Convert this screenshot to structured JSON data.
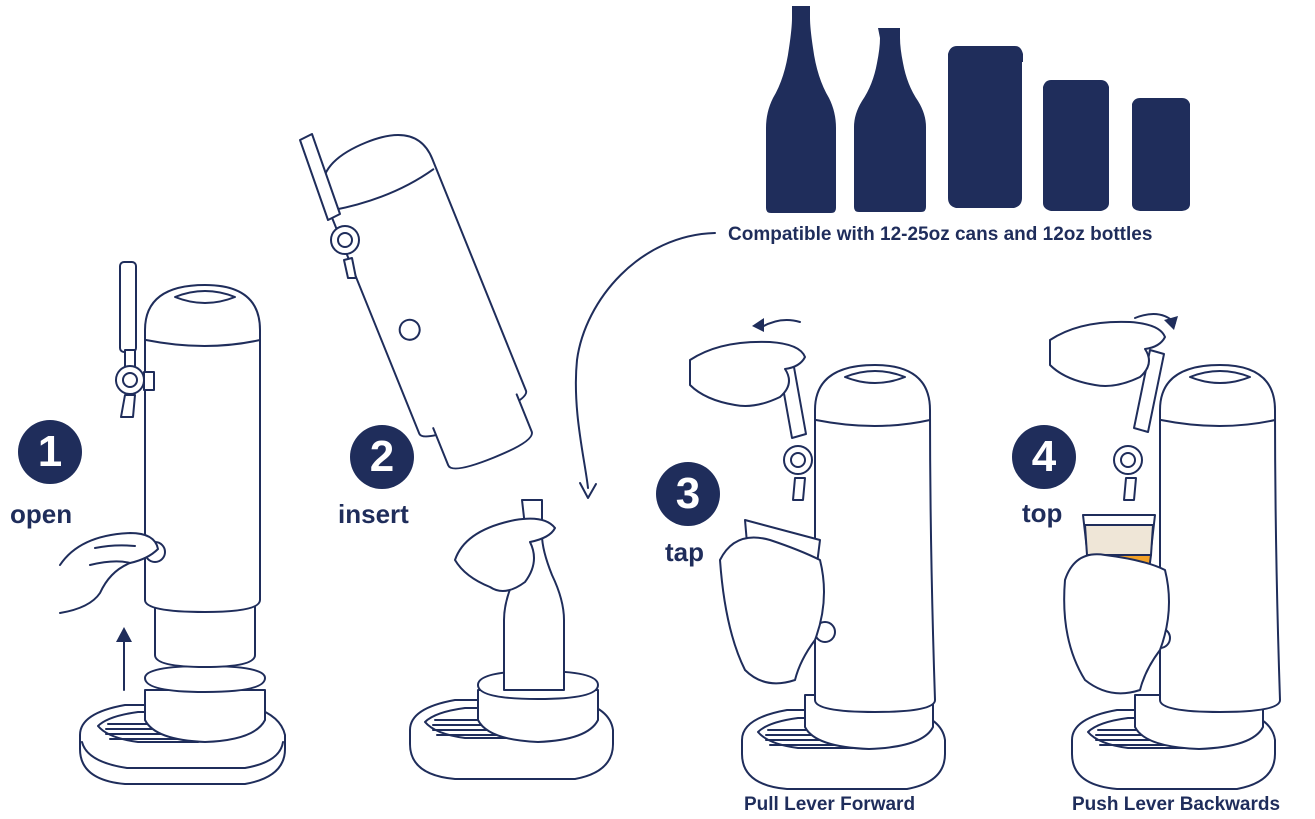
{
  "colors": {
    "navy": "#1f2d5b",
    "beer": "#f2a127",
    "foam": "#efe6d7",
    "line": "#1f2d5b",
    "fill": "#ffffff"
  },
  "compatibility": {
    "label": "Compatible with 12-25oz cans and 12oz bottles",
    "containers": [
      "tall-bottle",
      "short-bottle",
      "tall-can",
      "medium-can",
      "short-can"
    ]
  },
  "steps": [
    {
      "number": "1",
      "word": "open"
    },
    {
      "number": "2",
      "word": "insert"
    },
    {
      "number": "3",
      "word": "tap",
      "caption": "Pull Lever Forward"
    },
    {
      "number": "4",
      "word": "top",
      "caption": "Push Lever Backwards"
    }
  ]
}
